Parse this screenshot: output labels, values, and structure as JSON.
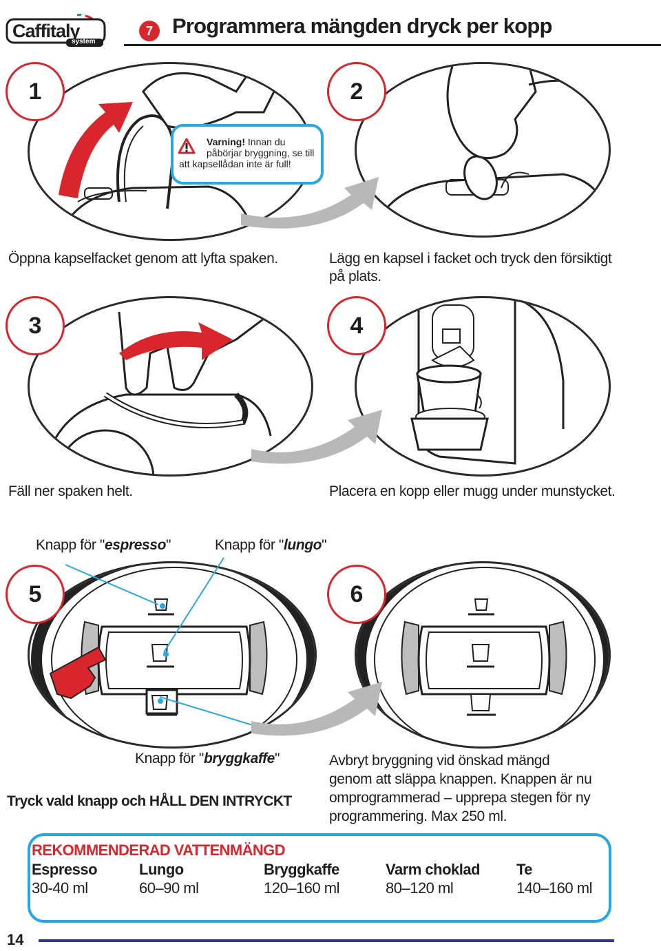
{
  "header": {
    "logo_text": "Caffitaly",
    "logo_subtext": "system",
    "section_number": "7",
    "title": "Programmera mängden dryck per kopp"
  },
  "steps": [
    {
      "number": "1",
      "caption": "Öppna kapselfacket genom att lyfta spaken."
    },
    {
      "number": "2",
      "caption_line1": "Lägg en kapsel i facket och tryck den försiktigt",
      "caption_line2": "på plats."
    },
    {
      "number": "3",
      "caption": "Fäll ner spaken helt."
    },
    {
      "number": "4",
      "caption": "Placera en kopp eller mugg under munstycket."
    },
    {
      "number": "5",
      "caption": "Tryck vald knapp och HÅLL DEN INTRYCKT"
    },
    {
      "number": "6",
      "caption_lines": [
        "Avbryt bryggning vid önskad mängd",
        "genom att släppa knappen. Knappen är nu",
        "omprogrammerad – upprepa stegen för ny",
        "programmering. Max 250 ml."
      ]
    }
  ],
  "warning": {
    "bold": "Varning!",
    "text_line1": " Innan du",
    "text_line2": "påbörjar bryggning, se till",
    "text_line3": "att kapsellådan inte är full!"
  },
  "button_labels": {
    "espresso_prefix": "Knapp för \"",
    "espresso_name": "espresso",
    "espresso_suffix": "\"",
    "lungo_prefix": "Knapp för  \"",
    "lungo_name": "lungo",
    "lungo_suffix": "\"",
    "brew_prefix": "Knapp för \"",
    "brew_name": "bryggkaffe",
    "brew_suffix": "\""
  },
  "recommended": {
    "title": "REKOMMENDERAD VATTENMÄNGD",
    "columns": [
      {
        "name": "Espresso",
        "value": "30-40 ml"
      },
      {
        "name": "Lungo",
        "value": "60–90 ml"
      },
      {
        "name": "Bryggkaffe",
        "value": "120–160 ml"
      },
      {
        "name": "Varm choklad",
        "value": "80–120 ml"
      },
      {
        "name": "Te",
        "value": "140–160 ml"
      }
    ]
  },
  "footer": {
    "page_number": "14"
  },
  "colors": {
    "accent_red": "#d9262d",
    "accent_blue": "#29a7df",
    "footer_rule": "#2b3a8c",
    "ink": "#1e1e1e",
    "arrow_gray": "#b8b8b8"
  }
}
